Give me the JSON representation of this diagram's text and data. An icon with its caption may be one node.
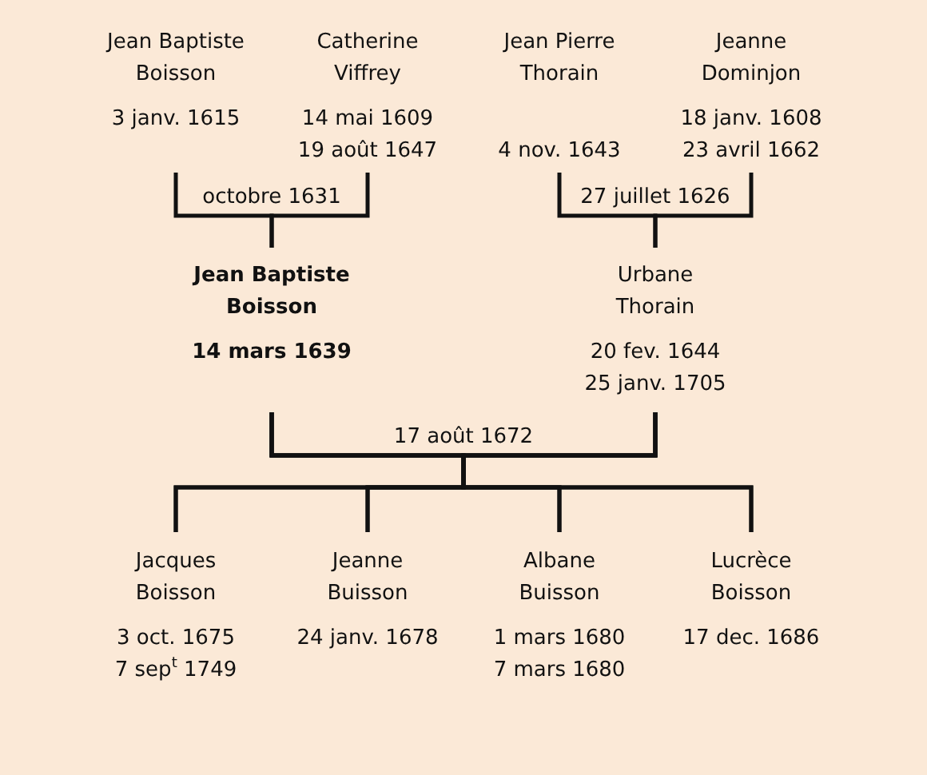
{
  "diagram": {
    "nodes": [
      {
        "text": [
          "Jean Baptiste Boisson",
          "3 janv. 1615"
        ]
      },
      {
        "text": [
          "Catherine Viffrey",
          "14 mai 1609",
          "19 août 1647"
        ]
      },
      {
        "text": [
          "Jean Pierre Thorain",
          "4 nov. 1643"
        ]
      },
      {
        "text": [
          "Jeanne Dominjon",
          "18 janv. 1608",
          "23 avril 1662"
        ]
      },
      {
        "text": [
          "Jean Baptiste Boisson",
          "14 mars 1639"
        ]
      },
      {
        "text": [
          "Urbane Thorain",
          "20 fev. 1644",
          "25 janv. 1705"
        ]
      },
      {
        "text": [
          "Jacques Boisson",
          "3 oct. 1675",
          "7 sep$^{t}$ 1749"
        ]
      },
      {
        "text": [
          "Jeanne Buisson",
          "24 janv. 1678"
        ]
      },
      {
        "text": [
          "Albane Buisson",
          "1 mars 1680",
          "7 mars 1680"
        ]
      },
      {
        "text": [
          "Lucrèce Boisson",
          "17 dec. 1686"
        ]
      }
    ],
    "edges": [
      {
        "from": 0,
        "to": 4,
        "arrow": "none",
        "label": "octobre 1631"
      },
      {
        "from": 1,
        "to": 4,
        "arrow": "none"
      },
      {
        "from": 2,
        "to": 5,
        "arrow": "none",
        "label": "27 juillet 1626"
      },
      {
        "from": 3,
        "to": 5,
        "arrow": "none"
      },
      {
        "from": 4,
        "to": 6,
        "arrow": "none",
        "label": "17 août 1672"
      },
      {
        "from": 4,
        "to": 7,
        "arrow": "none"
      },
      {
        "from": 4,
        "to": 8,
        "arrow": "none"
      },
      {
        "from": 4,
        "to": 9,
        "arrow": "none"
      },
      {
        "from": 5,
        "to": 6,
        "arrow": "none"
      },
      {
        "from": 5,
        "to": 7,
        "arrow": "none"
      },
      {
        "from": 5,
        "to": 8,
        "arrow": "none"
      },
      {
        "from": 5,
        "to": 9,
        "arrow": "none"
      }
    ]
  }
}
